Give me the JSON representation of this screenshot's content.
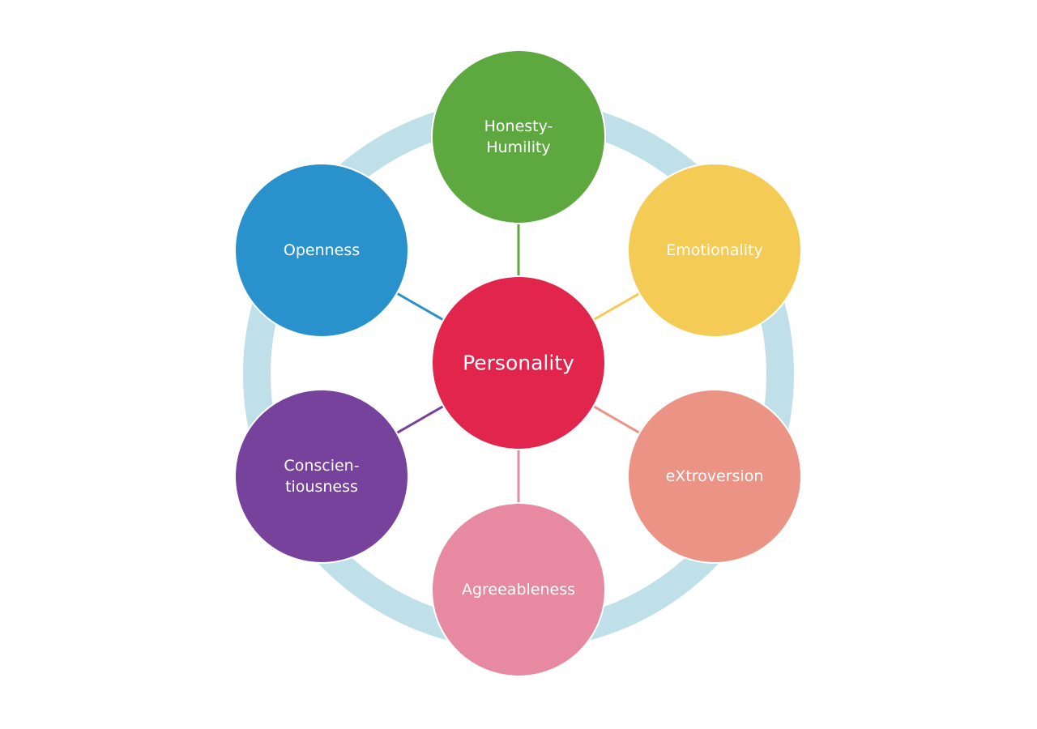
{
  "diagram": {
    "center": {
      "label": "Personality",
      "color": "#E2254D"
    },
    "ring_color": "#BFE0E8",
    "nodes": [
      {
        "key": "honesty",
        "lines": [
          "Honesty-",
          "Humility"
        ],
        "color": "#5EA840",
        "text_color": "#FFFFFF"
      },
      {
        "key": "emotionality",
        "lines": [
          "Emotionality"
        ],
        "color": "#F3CB55",
        "text_color": "#404040"
      },
      {
        "key": "extroversion",
        "lines": [
          "eXtroversion"
        ],
        "color": "#EB9485",
        "text_color": "#FFFFFF"
      },
      {
        "key": "agreeableness",
        "lines": [
          "Agreeableness"
        ],
        "color": "#E789A1",
        "text_color": "#FFFFFF"
      },
      {
        "key": "conscientiousness",
        "lines": [
          "Conscien-",
          "tiousness"
        ],
        "color": "#77429C",
        "text_color": "#FFFFFF"
      },
      {
        "key": "openness",
        "lines": [
          "Openness"
        ],
        "color": "#2991CC",
        "text_color": "#FFFFFF"
      }
    ]
  }
}
